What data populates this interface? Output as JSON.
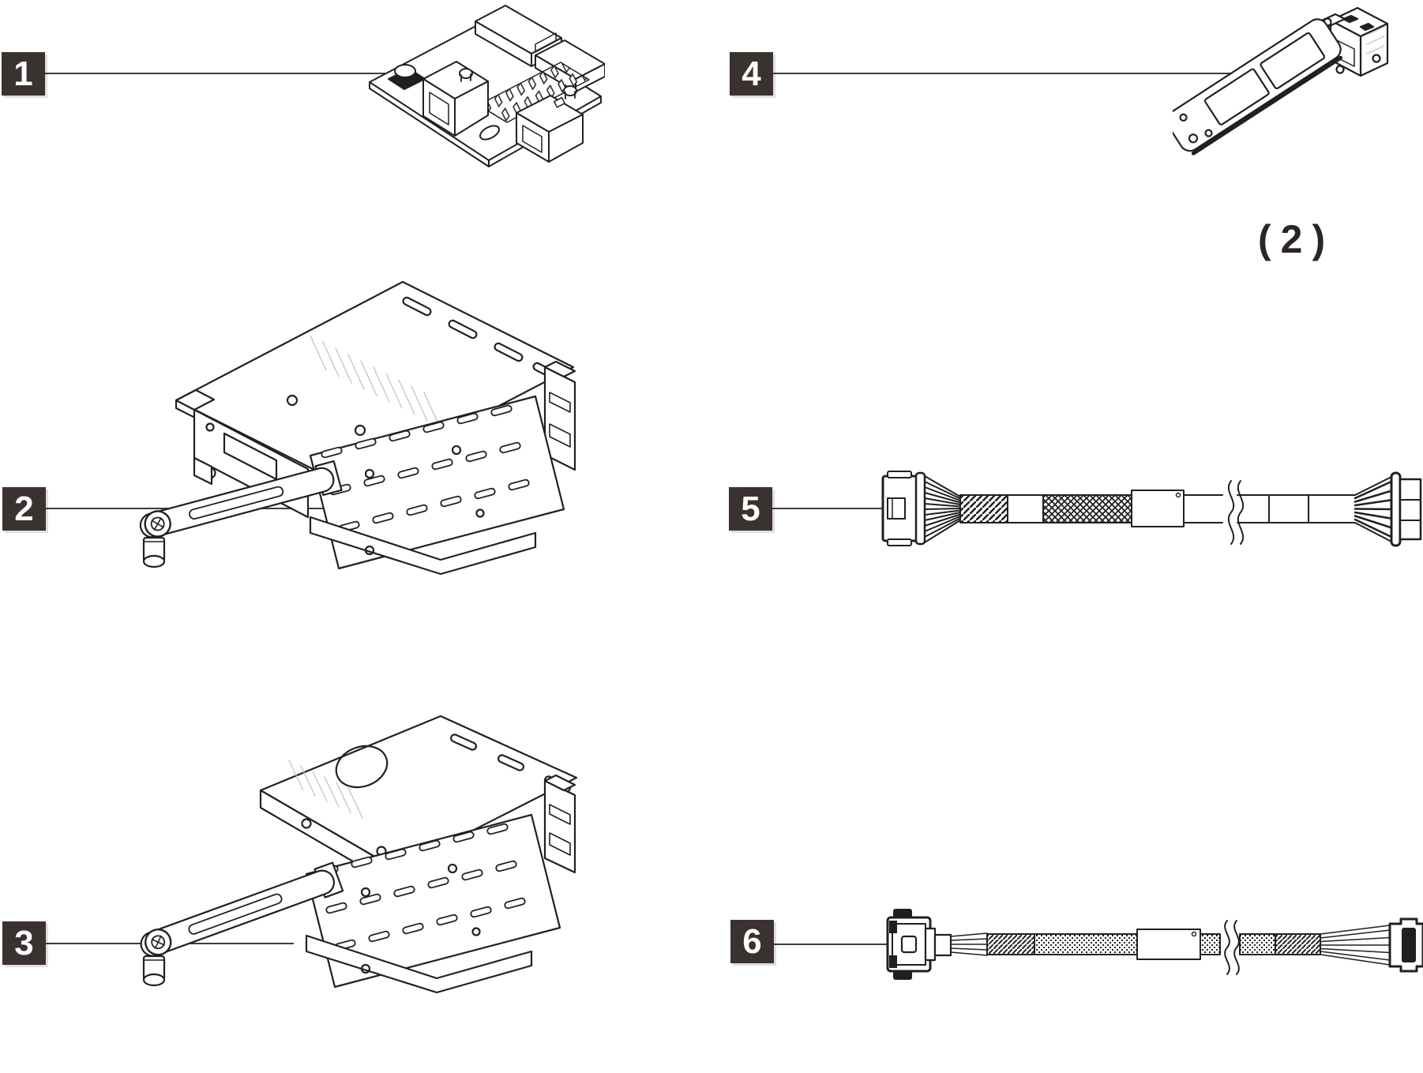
{
  "palette": {
    "line": "#231f20",
    "hatch_light": "#c7c3c1",
    "callout_bg": "#3a3231",
    "callout_text": "#ffffff",
    "leader": "#413b39",
    "background": "#ffffff"
  },
  "callouts": [
    {
      "label": "1"
    },
    {
      "label": "2"
    },
    {
      "label": "3"
    },
    {
      "label": "4"
    },
    {
      "label": "5"
    },
    {
      "label": "6"
    }
  ],
  "annotations": {
    "part4_quantity": "(2)"
  }
}
